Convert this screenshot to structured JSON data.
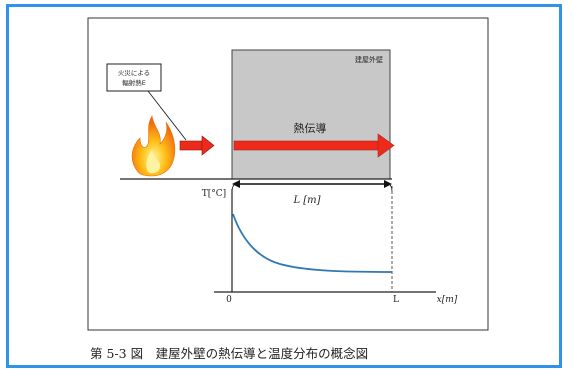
{
  "diagram": {
    "wall_label": "建屋外壁",
    "callout_lines": [
      "火災による",
      "輻射熱E"
    ],
    "arrow_label": "熱伝導",
    "temp_axis_label": "T[°C]",
    "length_label": "L [m]",
    "x_axis_label": "x[m]",
    "origin_label": "0",
    "wall_end_label": "L",
    "caption": "第 5-3 図　建屋外壁の熱伝導と温度分布の概念図"
  },
  "colors": {
    "frame_border": "#2f93e8",
    "wall_fill": "#c8c8c8",
    "heat_arrow": "#ee2a1b",
    "curve": "#2f78b4"
  }
}
